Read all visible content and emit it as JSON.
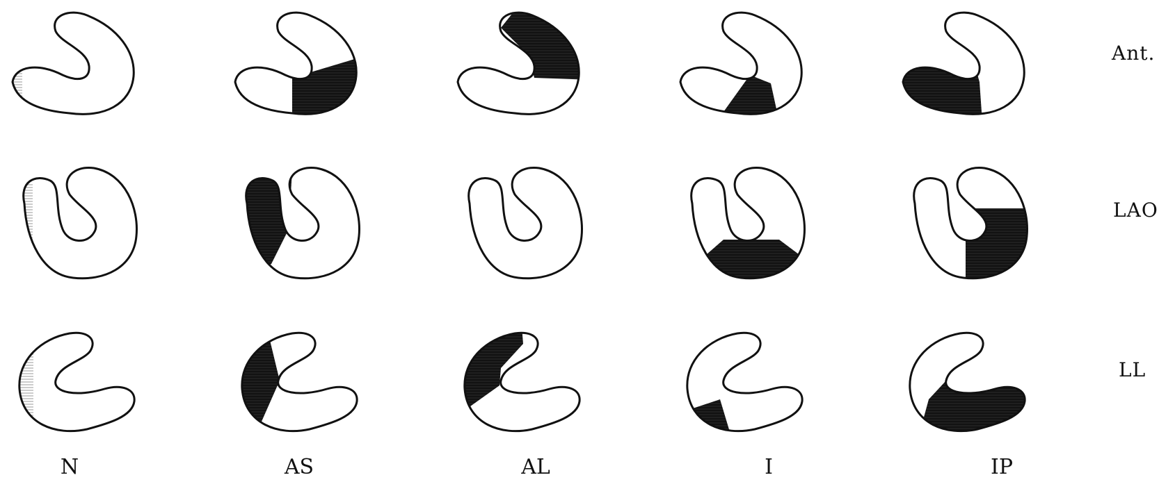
{
  "columns": [
    "N",
    "AS",
    "AL",
    "I",
    "IP"
  ],
  "rows": [
    "Ant.",
    "LAO",
    "LL"
  ],
  "colors": {
    "ink": "#111111",
    "paper": "#ffffff",
    "hatch": "#bdbdbd"
  },
  "shading": {
    "N": {
      "Ant.": "none",
      "LAO": "none",
      "LL": "none"
    },
    "AS": {
      "Ant.": "inferior-apical",
      "LAO": "septal",
      "LL": "anterior-apical"
    },
    "AL": {
      "Ant.": "anterolateral",
      "LAO": "none",
      "LL": "anterior"
    },
    "I": {
      "Ant.": "inferior",
      "LAO": "inferior",
      "LL": "inferior"
    },
    "IP": {
      "Ant.": "inferior-basal",
      "LAO": "posterolateral",
      "LL": "inferoposterior"
    }
  }
}
